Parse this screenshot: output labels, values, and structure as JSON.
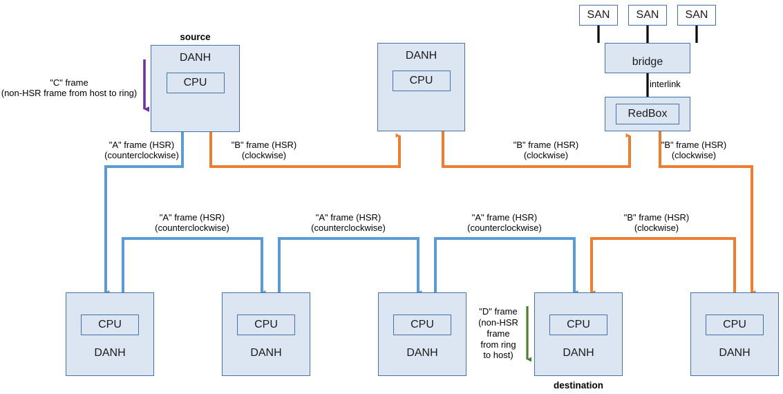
{
  "diagram": {
    "title": "HSR ring with RedBox and SAN bridge",
    "colors": {
      "node_fill": "#dce6f2",
      "node_border": "#4472a8",
      "frame_a_blue": "#5b9bd5",
      "frame_b_orange": "#ed7d31",
      "frame_c_purple": "#7030a0",
      "frame_d_green": "#4e7d34",
      "san_link_black": "#000000"
    }
  },
  "labels": {
    "source": "source",
    "destination": "destination",
    "interlink": "interlink"
  },
  "nodes": {
    "top_source": {
      "title": "DANH",
      "inner": "CPU"
    },
    "top_middle": {
      "title": "DANH",
      "inner": "CPU"
    },
    "bridge": {
      "title": "bridge"
    },
    "redbox": {
      "inner": "RedBox"
    },
    "san1": {
      "title": "SAN"
    },
    "san2": {
      "title": "SAN"
    },
    "san3": {
      "title": "SAN"
    },
    "bottom_1": {
      "inner": "CPU",
      "title": "DANH"
    },
    "bottom_2": {
      "inner": "CPU",
      "title": "DANH"
    },
    "bottom_3": {
      "inner": "CPU",
      "title": "DANH"
    },
    "bottom_4": {
      "inner": "CPU",
      "title": "DANH"
    },
    "bottom_5": {
      "inner": "CPU",
      "title": "DANH"
    }
  },
  "frame_labels": {
    "c_frame": "\"C\" frame\n(non-HSR frame from host to ring)",
    "d_frame": "\"D\" frame\n(non-HSR\nframe\nfrom ring\nto host)",
    "a_top": "\"A\" frame (HSR)\n(counterclockwise)",
    "b_top_1": "\"B\" frame (HSR)\n(clockwise)",
    "b_top_2": "\"B\" frame (HSR)\n(clockwise)",
    "b_top_3": "\"B\" frame (HSR)\n(clockwise)",
    "a_mid_1": "\"A\" frame (HSR)\n(counterclockwise)",
    "a_mid_2": "\"A\" frame (HSR)\n(counterclockwise)",
    "a_mid_3": "\"A\" frame (HSR)\n(counterclockwise)",
    "b_mid_1": "\"B\" frame (HSR)\n(clockwise)"
  }
}
